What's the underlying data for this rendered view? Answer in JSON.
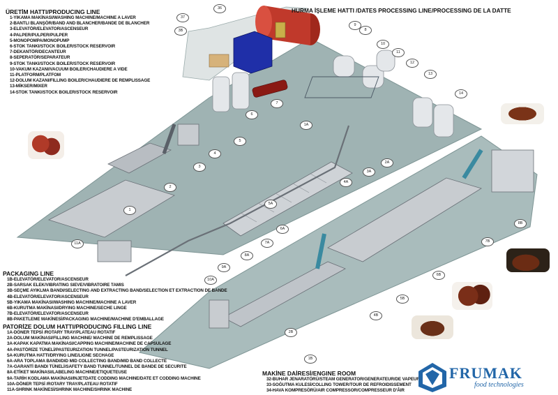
{
  "diagram": {
    "title": "HURMA İŞLEME HATTI /DATES PROCESSING LINE/PROCESSING DE LA DATTE",
    "producing_line": {
      "heading": "ÜRETİM HATTI/PRODUCING LINE",
      "items": [
        "1-YIKAMA MAKİNASI/WASHING MACHINE/MACHINE A LAVER",
        "2-BANTLI BLANŞÖR/BAND AND BLANCHER/BANDE DE BLANCHER",
        "3-ELEVATÖR/ELEVATOR/ASCENSEUR",
        "4-PALPER/PULPER/PULPER",
        "5-MONOPOMPA/MONOPUMP",
        "6-STOK TANKI/STOCK BOILER/STOCK RESERVOIR",
        "7-DEKANTÖR/DECANTEUR",
        "8-SEPERATÖR/SEPARATEUR",
        "9-STOK TANKI/STOCK BOILER/STOCK RESERVOIR",
        "10-VAKUM KAZANI/VACUUM BOILER/CHAUDIERE A VIDE",
        "11-PLATFORM/PLATFOM",
        "12-DOLUM KAZANI/FILLING BOILER/CHAUDIERE DE REMPLISSAGE",
        "13-MİKSER/MIXER",
        "14-STOK TANKI/STOCK BOILER/STOCK RESERVOIR"
      ]
    },
    "packaging_line": {
      "heading": "PACKAGING LINE",
      "items": [
        "1B-ELEVATÖR/ELEVATOR/ASCENSEUR",
        "2B-SARSAK ELEK/VIBRATING SIEVE/VIBRATOIRE TAMIS",
        "3B-SEÇME AYIKLMA BANDI/SELECTING AND EXTRACTING BAND/SELECTION ET EXTRACTION DE BANDE",
        "4B-ELEVATÖR/ELEVATOR/ASCENSEUR",
        "5B-YIKAMA MAKİNASI/WASHING MACHINE/MACHINE A LAVER",
        "6B-KURUTMA MAKİNASI/DRYING MACHINE/SECHE LINGE",
        "7B-ELEVATÖR/ELEVATOR/ASCENSEUR",
        "8B-PAKETLEME MAKİNESİ/PACKAGING MACHINE/MACHINE D'EMBALLAGE"
      ]
    },
    "filling_line": {
      "heading": "PATORİZE DOLUM HATTI/PRODUCING FILLING LINE",
      "items": [
        "1A-DÖNER TEPSİ /ROTARY TRAY/PLATEAU ROTATIF",
        "2A-DOLUM MAKİNASI/FILLING MACHINE/ MACHINE DE REMPLISSAGE",
        "3A-KAPAK KAPATMA MAKİNASI/CAPPING MACHINE/MACHINE DE CAPSULAGE",
        "4A-PASTÖRİZE TÜNELİ/PASTEURIZATION TUNNEL/PASTEURIZATION TUNNEL",
        "5A-KURUTMA HATTI/DRYING LINE/LIGNE SECHAGE",
        "6A-ARA TOPLAMA BANDI/DID MID COLLECTING BAND/MID BAND COLLECTE",
        "7A-GARANTİ BANDI TÜNELİ/SAFETY BAND TUNNEL/TUNNEL DE BANDE DE SECURITE",
        "8A-ETİKET MAKİNASI/LABELING MACHINE/ETIQUETEUSE",
        "9A-TARİH KODLAMA MAKİNASI/INJETDATE CODDING MACHINE/DATE ET CODDING MACHINE",
        "10A-DÖNER TEPSİ /ROTARY TRAY/PLATEAU ROTATIF",
        "11A-SHRINK MAKİNESİ/SHRINK MACHINE/SHRINK MACHINE"
      ]
    },
    "engine_room": {
      "heading": "MAKİNE DAİRESİ/ENGINE ROOM",
      "items": [
        "32-BUHAR JENARATÖRÜ/STEAM GENERATOR/GENERATEUR/DE VAPEUR",
        "33-SOĞUTMA KULESİ/COLLING TOWER/TOUR DE REFROIDISSEMENT",
        "34-HAVA KOMPRESÖRÜ/AIR COMPRESSOR/COMPRESSEUR D'ÂIR"
      ]
    },
    "tags": [
      "36",
      "37",
      "3B",
      "1",
      "2",
      "3",
      "4",
      "5",
      "6",
      "7",
      "8",
      "9",
      "10",
      "11",
      "12",
      "13",
      "14",
      "1A",
      "2A",
      "3A",
      "4A",
      "5A",
      "6A",
      "7A",
      "8A",
      "9A",
      "10A",
      "11A",
      "1B",
      "2B",
      "4B",
      "5B",
      "6B",
      "7B",
      "8B"
    ],
    "logo": {
      "name": "FRUMAK",
      "subtitle": "food technologies"
    },
    "colors": {
      "floor": "#9fb3b3",
      "floor_edge": "#7d9494",
      "machine": "#c8ccd0",
      "boiler": "#c0392b",
      "motor": "#2233aa",
      "logo": "#2266a8"
    }
  }
}
